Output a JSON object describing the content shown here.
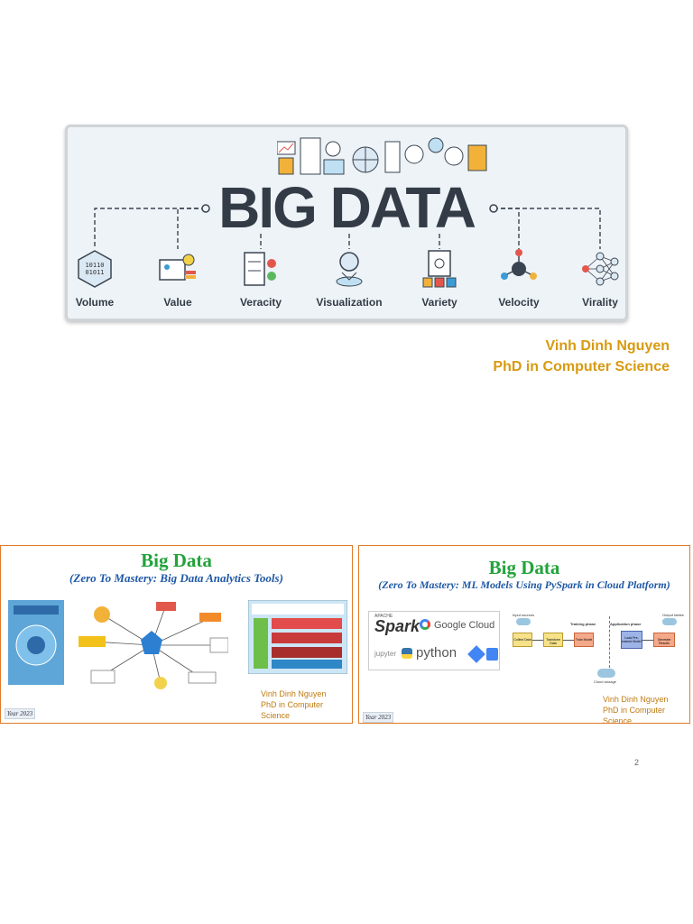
{
  "banner": {
    "title": "BIG DATA",
    "pillars": [
      {
        "label": "Volume",
        "icon": "binary-hexagon-icon"
      },
      {
        "label": "Value",
        "icon": "id-card-bulb-icon"
      },
      {
        "label": "Veracity",
        "icon": "server-check-icon"
      },
      {
        "label": "Visualization",
        "icon": "globe-hologram-icon"
      },
      {
        "label": "Variety",
        "icon": "document-blocks-icon"
      },
      {
        "label": "Velocity",
        "icon": "network-node-icon"
      },
      {
        "label": "Virality",
        "icon": "neural-network-icon"
      }
    ]
  },
  "author": {
    "name": "Vinh Dinh Nguyen",
    "degree": "PhD in Computer Science"
  },
  "thumbnails": [
    {
      "title": "Big Data",
      "subtitle": "(Zero To Mastery: Big Data Analytics Tools)",
      "author_name": "Vinh Dinh Nguyen",
      "author_degree": "PhD in Computer Science",
      "year": "Year 2023"
    },
    {
      "title": "Big Data",
      "subtitle": "(Zero To Mastery: ML Models Using PySpark in Cloud Platform)",
      "logos": {
        "spark": "Spark",
        "apache": "APACHE",
        "google_cloud": "Google Cloud",
        "jupyter": "jupyter",
        "python": "python"
      },
      "diagram": {
        "input_sources": "Input sources",
        "training_phase": "Training phase",
        "application_phase": "Application phase",
        "output_tables": "Output tables",
        "collect": "Collect Data",
        "transform": "Transform Data",
        "train": "Train Model",
        "load": "Load Pre-trained Model",
        "generate": "Generate Results",
        "storage": "Cloud storage"
      },
      "author_name": "Vinh Dinh Nguyen",
      "author_degree": "PhD in Computer Science",
      "year": "Year 2023"
    }
  ],
  "page_number": "2",
  "colors": {
    "author": "#d89a10",
    "thumb_title": "#23a33b",
    "thumb_subtitle": "#1f58a6",
    "thumb_border": "#e07a2a"
  }
}
